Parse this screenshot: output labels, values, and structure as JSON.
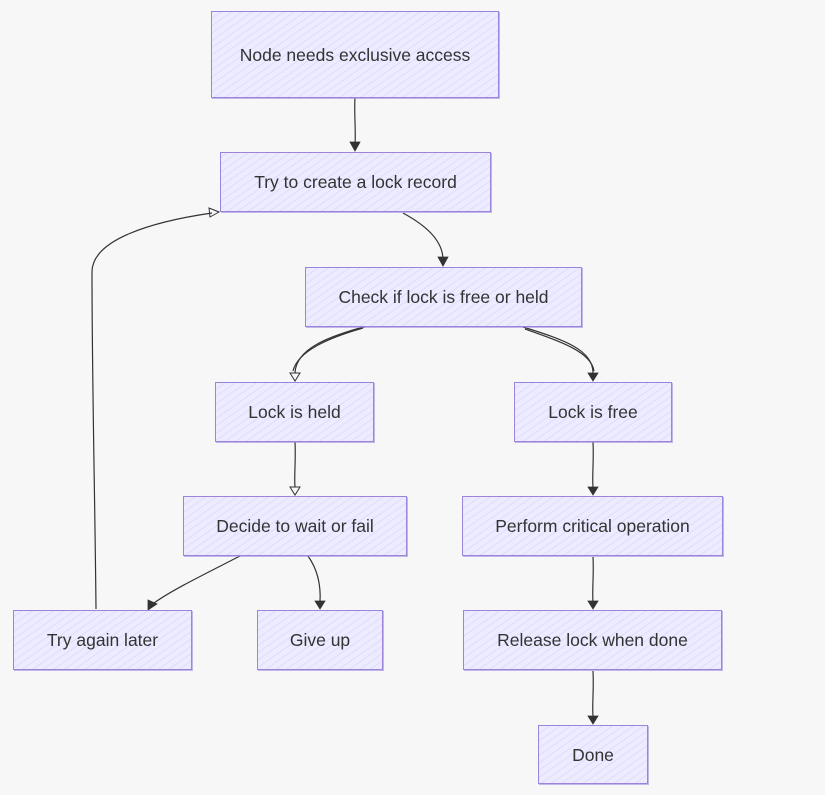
{
  "diagram": {
    "type": "flowchart",
    "style": "hand-drawn",
    "colors": {
      "node_fill": "#ecebff",
      "node_border": "#9a84dc",
      "edge": "#333333",
      "text": "#333333",
      "background": "#f8f7f7"
    },
    "nodes": [
      {
        "id": "need",
        "label": "Node needs exclusive access"
      },
      {
        "id": "try",
        "label": "Try to create a lock record"
      },
      {
        "id": "check",
        "label": "Check if lock is free or held"
      },
      {
        "id": "held",
        "label": "Lock is held"
      },
      {
        "id": "free",
        "label": "Lock is free"
      },
      {
        "id": "decide",
        "label": "Decide to wait or fail"
      },
      {
        "id": "perform",
        "label": "Perform critical operation"
      },
      {
        "id": "later",
        "label": "Try again later"
      },
      {
        "id": "giveup",
        "label": "Give up"
      },
      {
        "id": "release",
        "label": "Release lock when done"
      },
      {
        "id": "done",
        "label": "Done"
      }
    ],
    "edges": [
      {
        "from": "need",
        "to": "try"
      },
      {
        "from": "try",
        "to": "check"
      },
      {
        "from": "check",
        "to": "held"
      },
      {
        "from": "check",
        "to": "free"
      },
      {
        "from": "held",
        "to": "decide"
      },
      {
        "from": "free",
        "to": "perform"
      },
      {
        "from": "decide",
        "to": "later"
      },
      {
        "from": "decide",
        "to": "giveup"
      },
      {
        "from": "perform",
        "to": "release"
      },
      {
        "from": "release",
        "to": "done"
      },
      {
        "from": "later",
        "to": "try"
      }
    ]
  }
}
